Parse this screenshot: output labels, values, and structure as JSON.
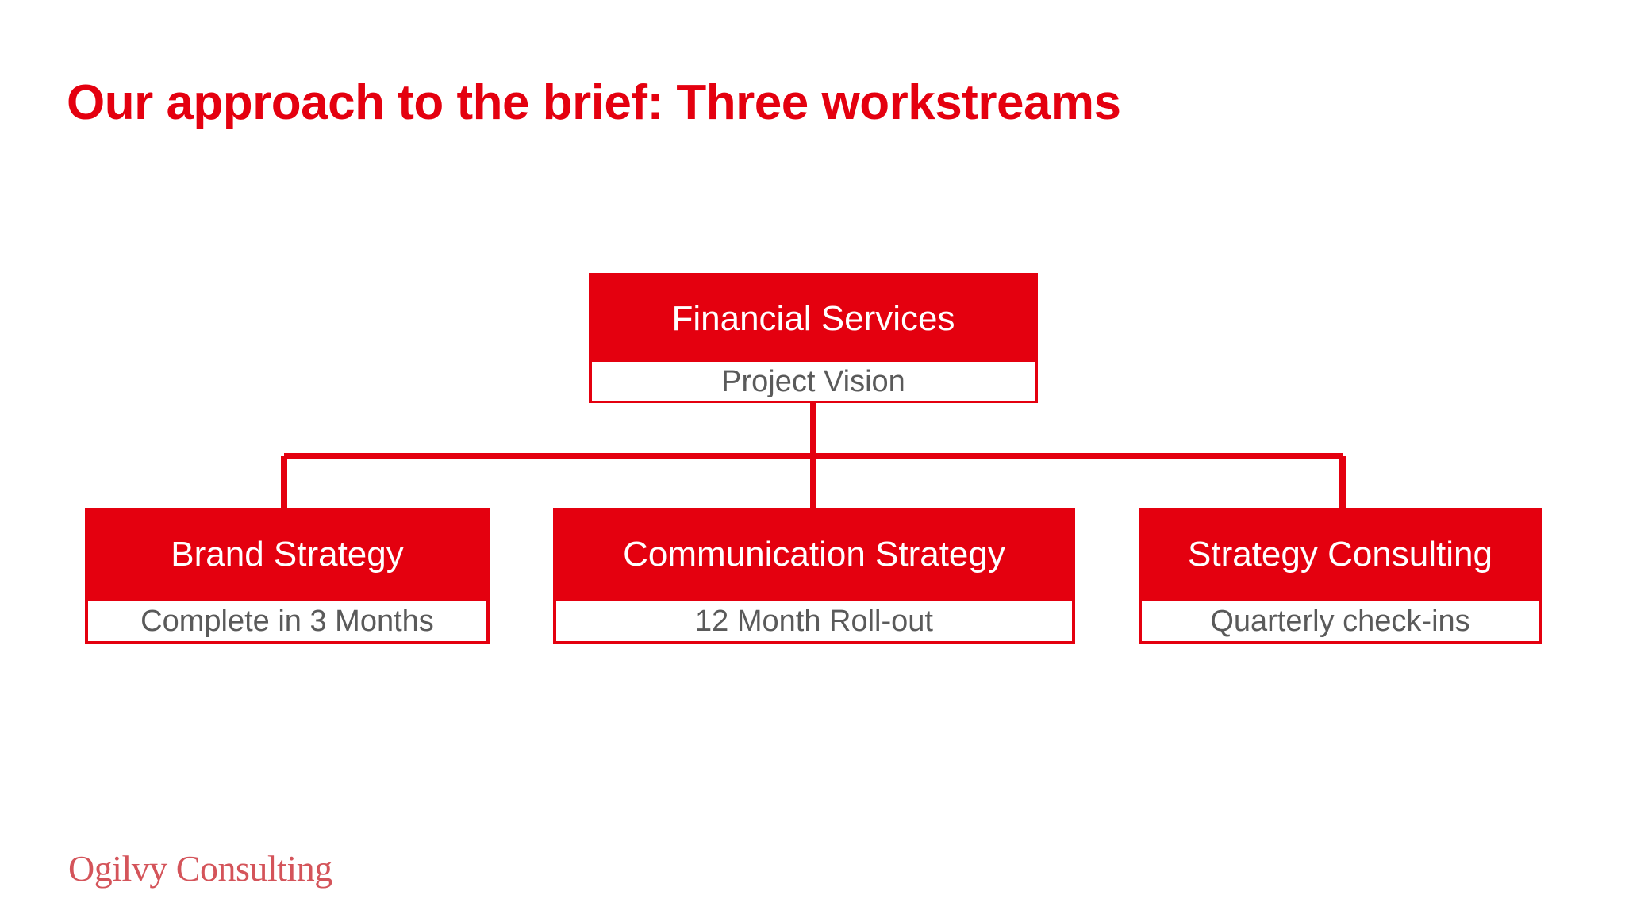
{
  "slide": {
    "title": "Our approach to the brief: Three workstreams",
    "background_color": "#FFFFFF",
    "accent_color": "#E4000F",
    "body_text_color": "#5A5A5A",
    "header_text_color": "#FFFFFF"
  },
  "diagram": {
    "type": "org-chart",
    "root": {
      "header": "Financial Services",
      "body": "Project Vision"
    },
    "children": [
      {
        "header": "Brand Strategy",
        "body": "Complete in 3 Months"
      },
      {
        "header": "Communication Strategy",
        "body": "12 Month Roll-out"
      },
      {
        "header": "Strategy Consulting",
        "body": "Quarterly check-ins"
      }
    ]
  },
  "logo": {
    "text": "Ogilvy Consulting",
    "color": "#D4545A"
  }
}
